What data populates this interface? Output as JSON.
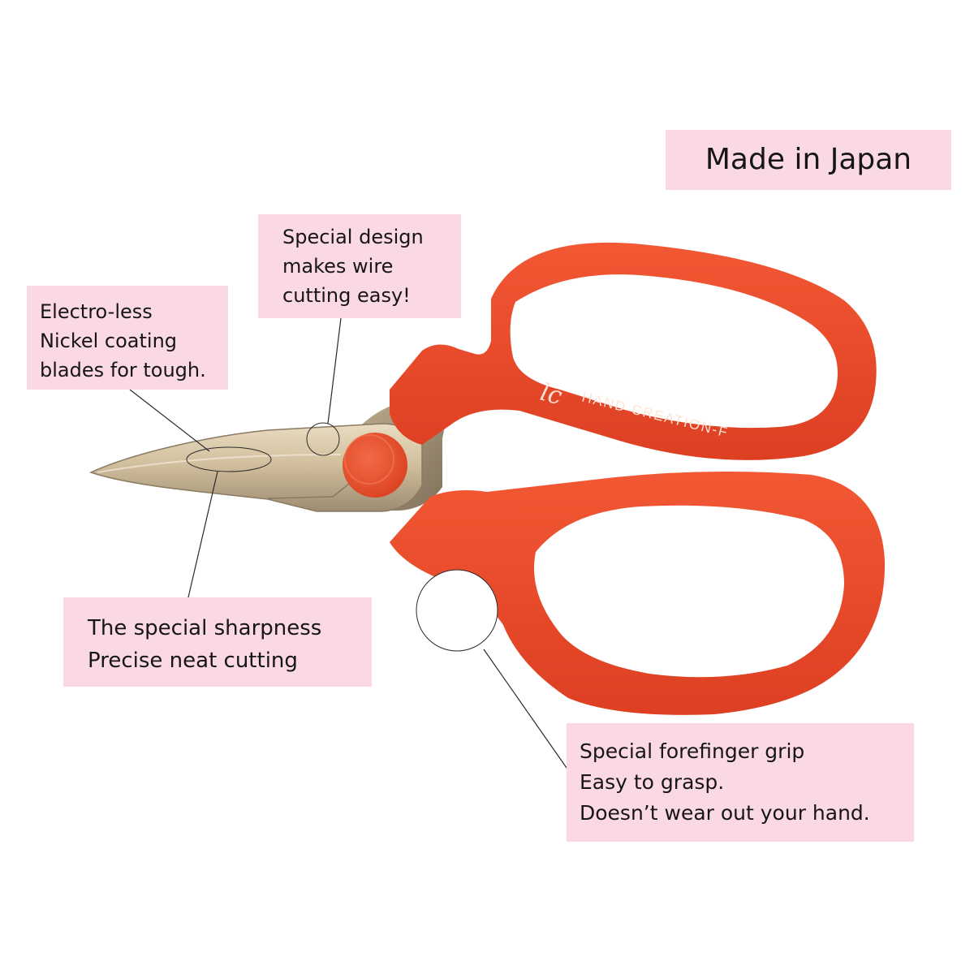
{
  "product": {
    "brand_text": "HAND CREATION-F",
    "logo_mark": "lc",
    "handle_color": "#ee4a2c",
    "blade_color": "#c9b89a"
  },
  "badges": {
    "made_in": "Made in Japan"
  },
  "callouts": {
    "wire": [
      "Special design",
      "makes wire",
      "cutting easy!"
    ],
    "nickel": [
      "Electro-less",
      "Nickel coating",
      "blades for tough."
    ],
    "sharpness": [
      "The special sharpness",
      "Precise neat cutting"
    ],
    "grip": [
      "Special forefinger grip",
      "Easy to grasp.",
      "Doesn’t wear out your hand."
    ]
  },
  "colors": {
    "callout_background": "#fbd9e3",
    "text": "#161616"
  }
}
